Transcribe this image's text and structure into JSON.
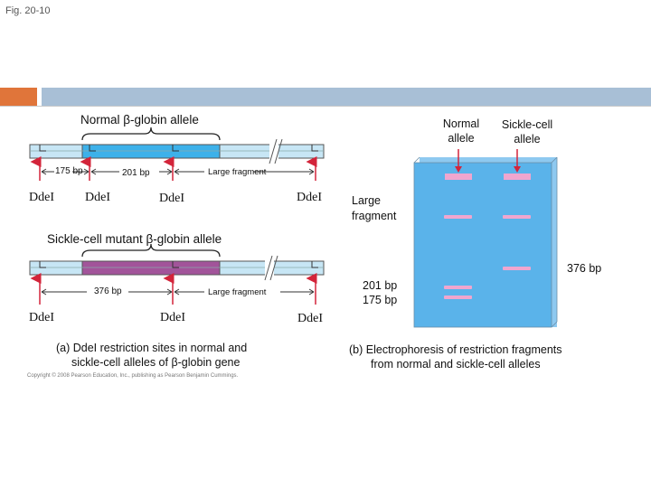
{
  "figure": {
    "label": "Fig. 20-10",
    "normal_title": "Normal β-globin allele",
    "mutant_title": "Sickle-cell mutant β-globin allele",
    "frag_175": "175 bp",
    "frag_201": "201 bp",
    "frag_376": "376 bp",
    "large_fragment": "Large fragment",
    "dde": "DdeI",
    "caption_a_line1": "(a) DdeI restriction sites in normal and",
    "caption_a_line2": "sickle-cell alleles of β-globin gene",
    "caption_b_line1": "(b) Electrophoresis of restriction fragments",
    "caption_b_line2": "from normal and sickle-cell alleles",
    "copyright": "Copyright © 2008 Pearson Education, Inc., publishing as Pearson Benjamin Cummings."
  },
  "gel": {
    "lane_normal_line1": "Normal",
    "lane_normal_line2": "allele",
    "lane_sickle_line1": "Sickle-cell",
    "lane_sickle_line2": "allele",
    "large_line1": "Large",
    "large_line2": "fragment",
    "band_376": "376 bp",
    "band_201": "201 bp",
    "band_175": "175 bp"
  },
  "colors": {
    "dna_light": "#c7e6f5",
    "normal_region": "#3db1ea",
    "sickle_region": "#a2549a",
    "arrow_red": "#d3243a",
    "gel_blue": "#5ab3ea",
    "band_pink": "#f0a6cf"
  }
}
